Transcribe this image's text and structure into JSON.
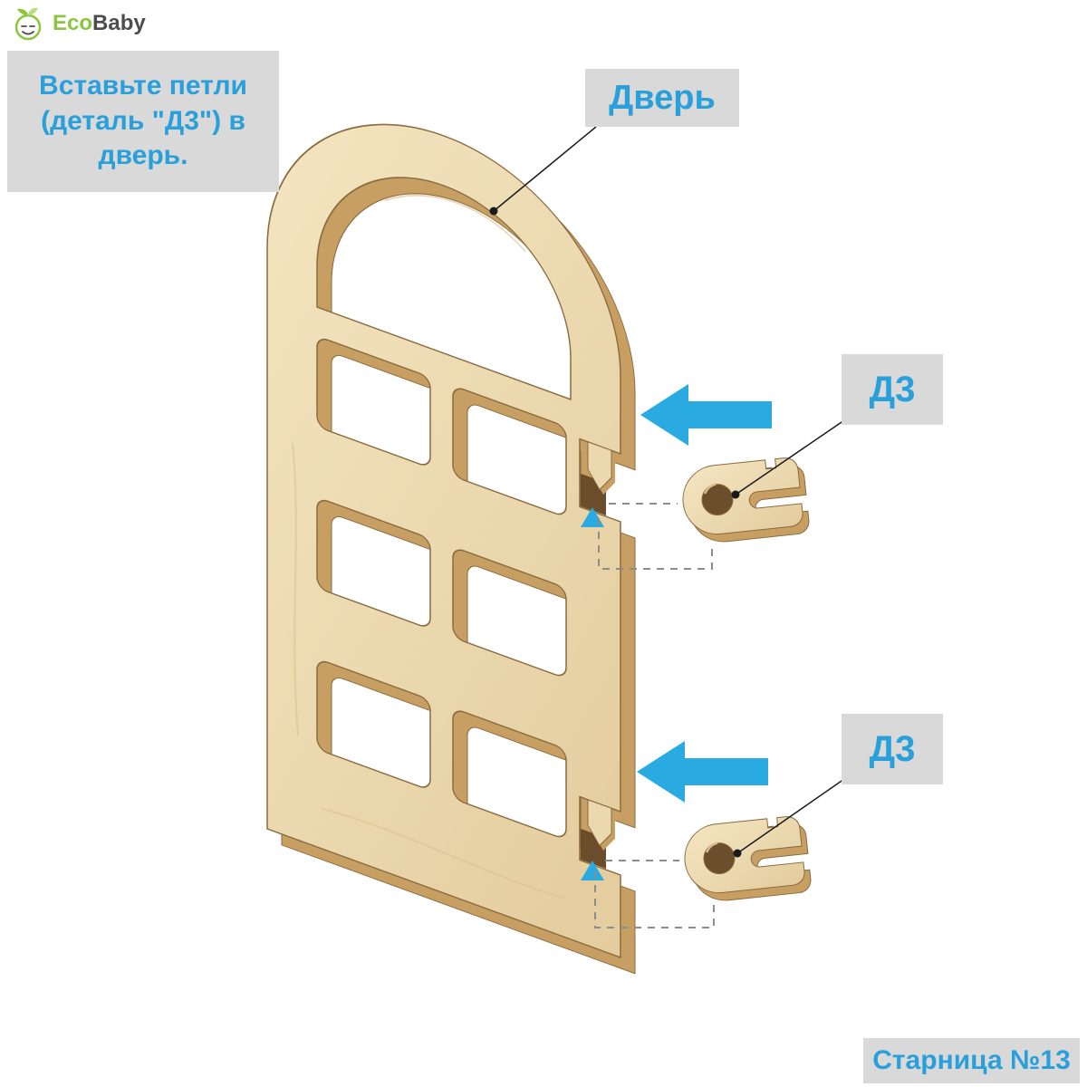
{
  "logo": {
    "eco": "Eco",
    "baby": "Baby"
  },
  "instruction": {
    "lines": [
      "Вставьте петли",
      "(деталь \"Д3\") в",
      "дверь."
    ]
  },
  "callouts": {
    "door": "Дверь",
    "hinge_top": "Д3",
    "hinge_bottom": "Д3"
  },
  "footer": {
    "page": "Старница №13"
  },
  "colors": {
    "accent_blue": "#2aa0da",
    "arrow_blue": "#29abe2",
    "box_gray": "#d9d9d9",
    "wood_face": "#ecd9b2",
    "wood_side": "#c79f62",
    "logo_green": "#8cc63f",
    "logo_dark": "#4d4d4d"
  }
}
